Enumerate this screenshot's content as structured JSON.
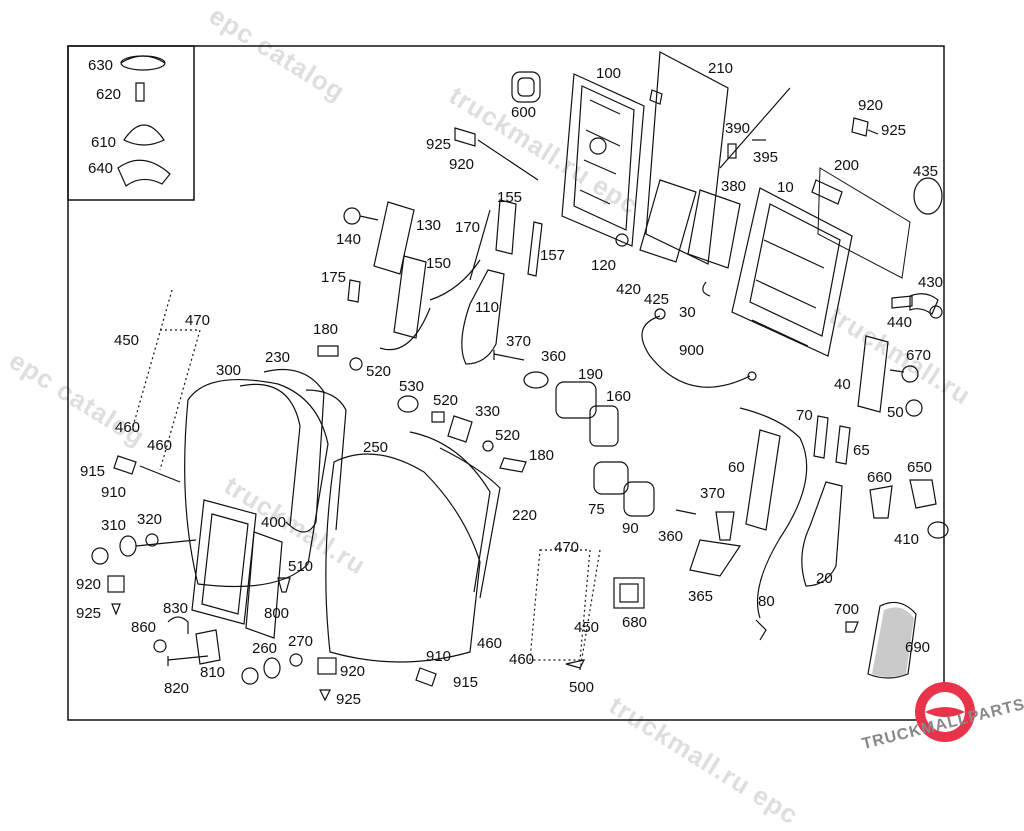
{
  "labels": {
    "l630": "630",
    "l620": "620",
    "l610": "610",
    "l640": "640",
    "l600": "600",
    "l100": "100",
    "l210": "210",
    "l920a": "920",
    "l925a": "925",
    "l925b": "925",
    "l920b": "920",
    "l390": "390",
    "l395": "395",
    "l200": "200",
    "l435": "435",
    "l380": "380",
    "l10": "10",
    "l155": "155",
    "l130": "130",
    "l140": "140",
    "l170": "170",
    "l157": "157",
    "l120": "120",
    "l150": "150",
    "l430": "430",
    "l175": "175",
    "l420": "420",
    "l425": "425",
    "l30": "30",
    "l440": "440",
    "l110": "110",
    "l470a": "470",
    "l450a": "450",
    "l180a": "180",
    "l370a": "370",
    "l360a": "360",
    "l900": "900",
    "l670": "670",
    "l230": "230",
    "l520a": "520",
    "l300": "300",
    "l190": "190",
    "l40": "40",
    "l530": "530",
    "l520b": "520",
    "l160": "160",
    "l50": "50",
    "l330": "330",
    "l70": "70",
    "l460a": "460",
    "l460b": "460",
    "l250": "250",
    "l520c": "520",
    "l180b": "180",
    "l65": "65",
    "l915a": "915",
    "l910a": "910",
    "l650": "650",
    "l60": "60",
    "l660": "660",
    "l75": "75",
    "l370b": "370",
    "l310": "310",
    "l320": "320",
    "l400": "400",
    "l220": "220",
    "l90": "90",
    "l360b": "360",
    "l410": "410",
    "l920c": "920",
    "l470b": "470",
    "l510": "510",
    "l20": "20",
    "l925c": "925",
    "l800": "800",
    "l365": "365",
    "l80": "80",
    "l830": "830",
    "l680": "680",
    "l450b": "450",
    "l700": "700",
    "l860": "860",
    "l260": "260",
    "l270": "270",
    "l460c": "460",
    "l690": "690",
    "l810": "810",
    "l460d": "460",
    "l920d": "920",
    "l910b": "910",
    "l820": "820",
    "l915b": "915",
    "l500": "500",
    "l925d": "925"
  },
  "watermarks": {
    "w1": "epc catalog",
    "w2": "truckmall.ru epc",
    "w3": "epc catalog",
    "w4": "truckmall.ru",
    "w5": "truckmall.ru",
    "w6": "truckmall.ru epc"
  },
  "logo": {
    "text": "TRUCKMALLPARTS",
    "accent": "#e8334a",
    "text_color": "#888888"
  }
}
